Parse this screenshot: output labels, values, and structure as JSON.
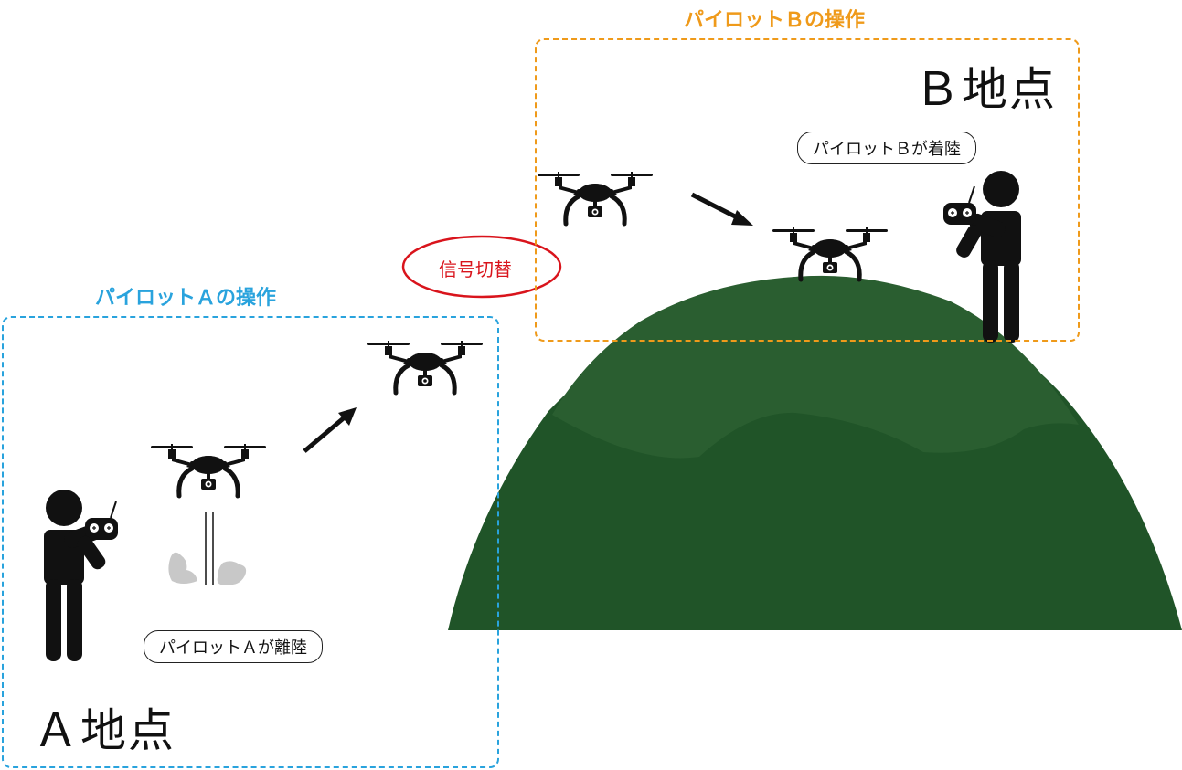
{
  "colors": {
    "pilot_a": "#29a3dd",
    "pilot_b": "#ef9a1a",
    "mountain": "#205428",
    "mountain_light": "#2a5e30",
    "signal": "#d9141c",
    "silhouette": "#111111",
    "dust": "#c8c8c8"
  },
  "pilot_a": {
    "section_title": "パイロットＡの操作",
    "location_label": "Ａ地点",
    "action_label": "パイロットＡが離陸"
  },
  "pilot_b": {
    "section_title": "パイロットＢの操作",
    "location_label": "Ｂ地点",
    "action_label": "パイロットＢが着陸"
  },
  "handover": {
    "label": "信号切替"
  },
  "icons": [
    "drone-icon",
    "pilot-icon",
    "remote-controller-icon",
    "arrow-icon",
    "dust-cloud-icon",
    "mountain"
  ]
}
